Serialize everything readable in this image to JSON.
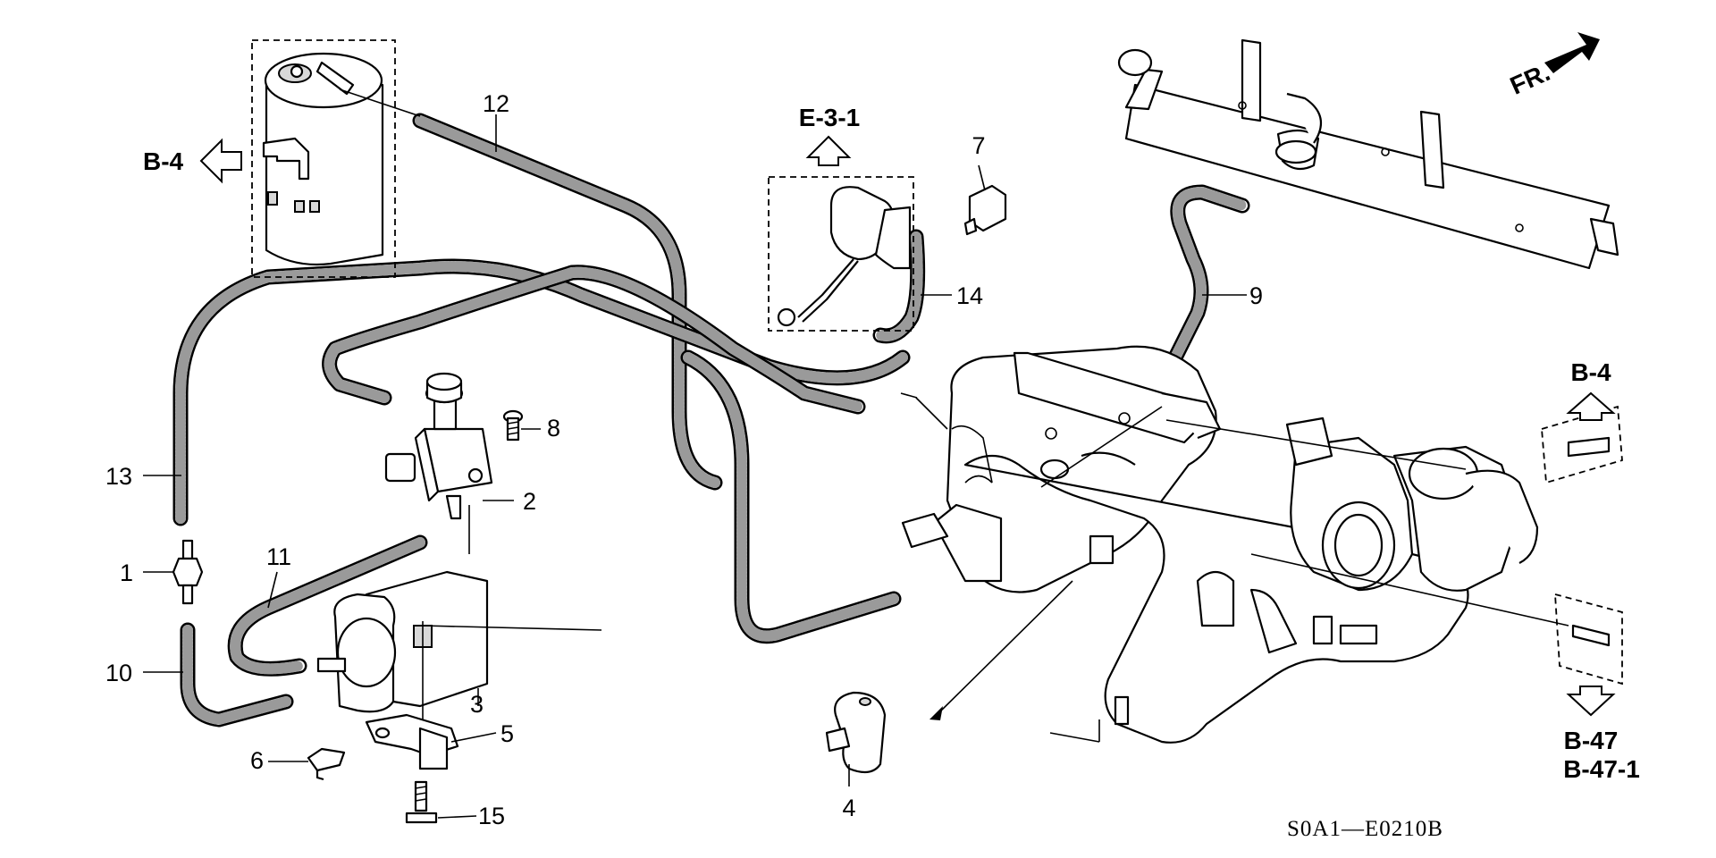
{
  "callouts": {
    "c1": "1",
    "c2": "2",
    "c3": "3",
    "c4": "4",
    "c5": "5",
    "c6": "6",
    "c7": "7",
    "c8": "8",
    "c9": "9",
    "c10": "10",
    "c11": "11",
    "c12": "12",
    "c13": "13",
    "c14": "14",
    "c15": "15"
  },
  "references": {
    "b4_left": "B-4",
    "e31": "E-3-1",
    "b4_right": "B-4",
    "b47": "B-47",
    "b471": "B-47-1"
  },
  "front_label": "FR.",
  "diagram_code": "S0A1—E0210B"
}
